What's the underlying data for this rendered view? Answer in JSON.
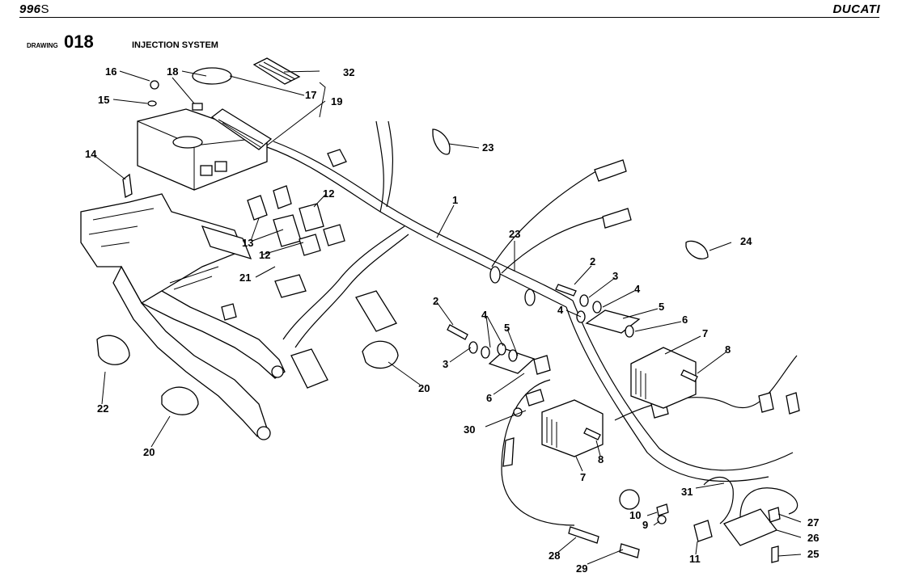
{
  "header": {
    "model": "996",
    "model_suffix": "S",
    "brand": "DUCATI"
  },
  "drawing": {
    "label": "DRAWING",
    "number": "018",
    "title": "INJECTION SYSTEM"
  },
  "callouts": [
    "1",
    "2",
    "3",
    "4",
    "5",
    "6",
    "7",
    "8",
    "9",
    "10",
    "11",
    "12",
    "13",
    "14",
    "15",
    "16",
    "17",
    "18",
    "19",
    "20",
    "21",
    "22",
    "23",
    "24",
    "25",
    "26",
    "27",
    "28",
    "29",
    "30",
    "31",
    "32"
  ],
  "labels": {
    "l1": "1",
    "l2a": "2",
    "l2b": "2",
    "l3a": "3",
    "l3b": "3",
    "l4a": "4",
    "l4b": "4",
    "l4c": "4",
    "l5a": "5",
    "l5b": "5",
    "l6a": "6",
    "l6b": "6",
    "l7a": "7",
    "l7b": "7",
    "l8a": "8",
    "l8b": "8",
    "l9": "9",
    "l10": "10",
    "l11": "11",
    "l12a": "12",
    "l12b": "12",
    "l13": "13",
    "l14": "14",
    "l15": "15",
    "l16": "16",
    "l17": "17",
    "l18": "18",
    "l19": "19",
    "l20a": "20",
    "l20b": "20",
    "l21": "21",
    "l22": "22",
    "l23a": "23",
    "l23b": "23",
    "l24": "24",
    "l25": "25",
    "l26": "26",
    "l27": "27",
    "l28": "28",
    "l29": "29",
    "l30": "30",
    "l31": "31",
    "l32": "32"
  }
}
